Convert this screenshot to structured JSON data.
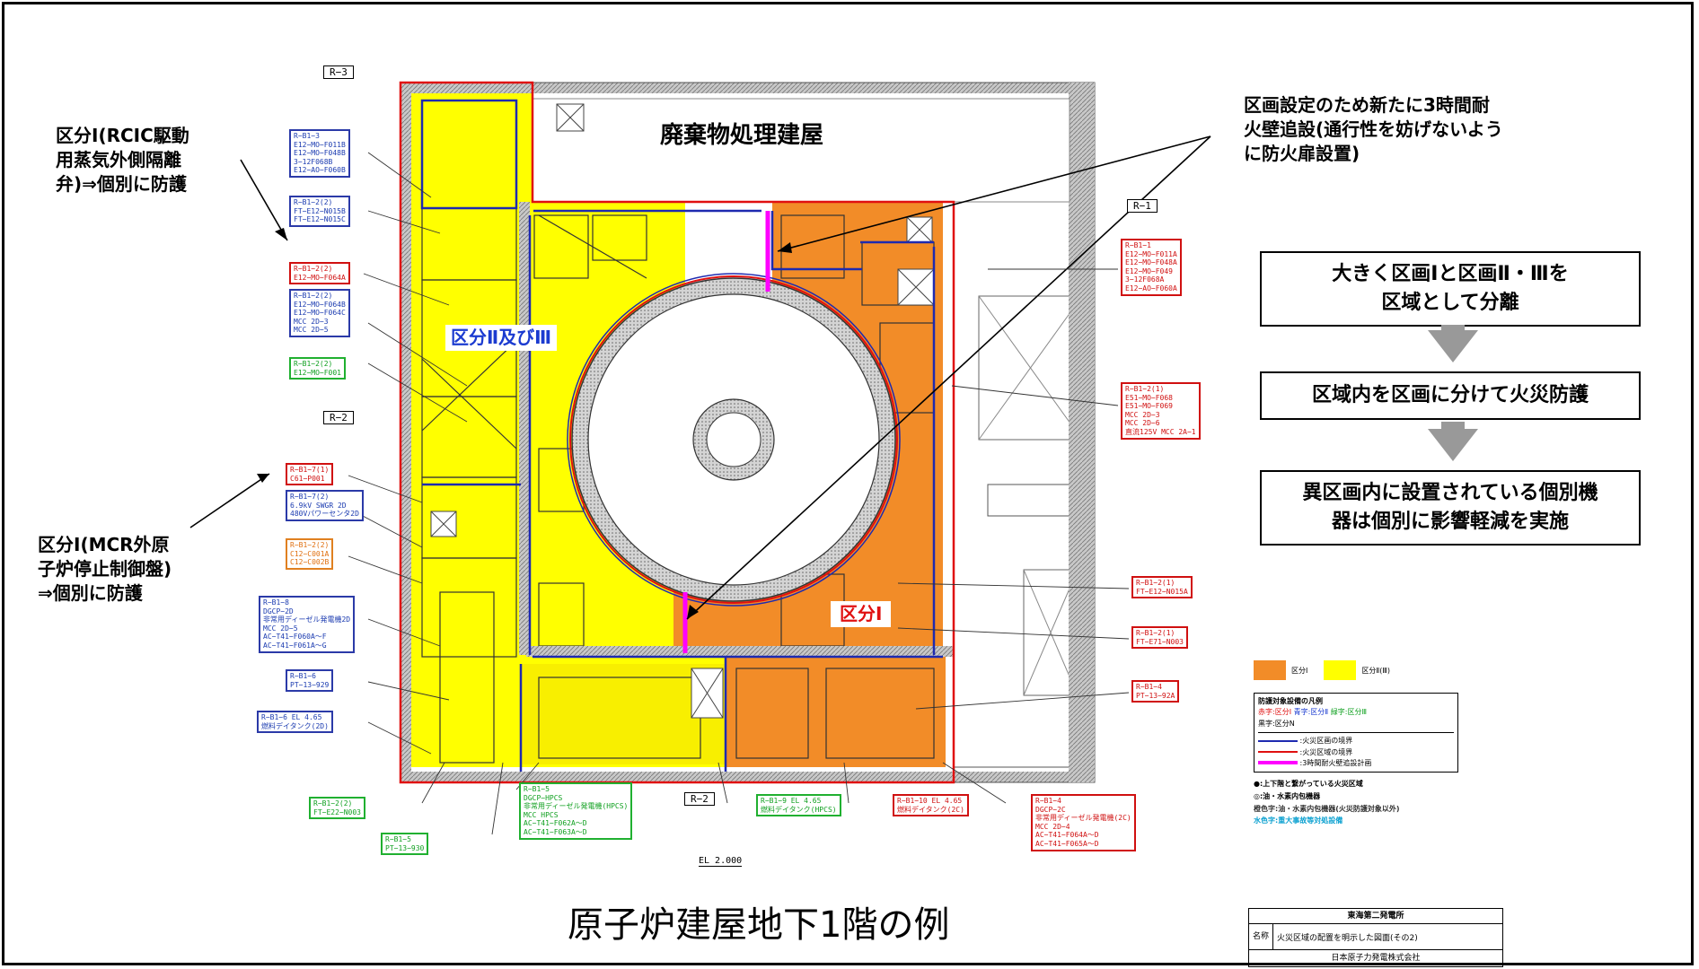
{
  "building_label": "廃棄物処理建屋",
  "zone_labels": {
    "div23": "区分Ⅱ及びⅢ",
    "div1": "区分Ⅰ"
  },
  "callouts": {
    "left_top": [
      "区分Ⅰ(RCIC駆動",
      "用蒸気外側隔離",
      "弁)⇒個別に防護"
    ],
    "left_mid": [
      "区分Ⅰ(MCR外原",
      "子炉停止制御盤)",
      "⇒個別に防護"
    ],
    "right_top": [
      "区画設定のため新たに3時間耐",
      "火壁追設(通行性を妨げないよう",
      "に防火扉設置)"
    ]
  },
  "flow": {
    "step1": [
      "大きく区画Ⅰと区画Ⅱ・Ⅲを",
      "区域として分離"
    ],
    "step2": [
      "区域内を区画に分けて火災防護"
    ],
    "step3": [
      "異区画内に設置されている個別機",
      "器は個別に影響軽減を実施"
    ]
  },
  "footer_title": "原子炉建屋地下1階の例",
  "room_tags": [
    "R−3",
    "R−2",
    "R−1",
    "R−2"
  ],
  "elevation_label": "EL 2.000",
  "equipment_labels": [
    {
      "color": "blue",
      "lines": [
        "R−B1−3",
        "E12−MO−F011B",
        "E12−MO−F048B",
        "3−12F068B",
        "E12−AO−F060B"
      ]
    },
    {
      "color": "blue",
      "lines": [
        "R−B1−2(2)",
        "FT−E12−N015B",
        "FT−E12−N015C"
      ]
    },
    {
      "color": "red",
      "lines": [
        "R−B1−2(2)",
        "E12−MO−F064A"
      ]
    },
    {
      "color": "blue",
      "lines": [
        "R−B1−2(2)",
        "E12−MO−F064B",
        "E12−MO−F064C",
        "MCC 2D−3",
        "MCC 2D−5"
      ]
    },
    {
      "color": "green",
      "lines": [
        "R−B1−2(2)",
        "E12−MO−F001"
      ]
    },
    {
      "color": "red",
      "lines": [
        "R−B1−7(1)",
        "C61−P001"
      ]
    },
    {
      "color": "blue",
      "lines": [
        "R−B1−7(2)",
        "6.9kV SWGR 2D",
        "480Vパワーセンタ2D"
      ]
    },
    {
      "color": "orange",
      "lines": [
        "R−B1−2(2)",
        "C12−C001A",
        "C12−C002B"
      ]
    },
    {
      "color": "blue",
      "lines": [
        "R−B1−8",
        "DGCP−2D",
        "非常用ディーゼル発電機2D",
        "MCC 2D−5",
        "AC−T41−F060A〜F",
        "AC−T41−F061A〜G"
      ]
    },
    {
      "color": "blue",
      "lines": [
        "R−B1−6",
        "PT−13−929"
      ]
    },
    {
      "color": "blue",
      "lines": [
        "R−B1−6 EL 4.65",
        "燃料デイタンク(2D)"
      ]
    },
    {
      "color": "green",
      "lines": [
        "R−B1−2(2)",
        "FT−E22−N003"
      ]
    },
    {
      "color": "green",
      "lines": [
        "R−B1−5",
        "PT−13−930"
      ]
    },
    {
      "color": "green",
      "lines": [
        "R−B1−5",
        "DGCP−HPCS",
        "非常用ディーゼル発電機(HPCS)",
        "MCC HPCS",
        "AC−T41−F062A〜D",
        "AC−T41−F063A〜D"
      ]
    },
    {
      "color": "green",
      "lines": [
        "R−B1−9 EL 4.65",
        "燃料デイタンク(HPCS)"
      ]
    },
    {
      "color": "red",
      "lines": [
        "R−B1−10 EL 4.65",
        "燃料デイタンク(2C)"
      ]
    },
    {
      "color": "red",
      "lines": [
        "R−B1−4",
        "DGCP−2C",
        "非常用ディーゼル発電機(2C)",
        "MCC 2D−4",
        "AC−T41−F064A〜D",
        "AC−T41−F065A〜D"
      ]
    },
    {
      "color": "red",
      "lines": [
        "R−B1−1",
        "E12−MO−F011A",
        "E12−MO−F048A",
        "E12−MO−F049",
        "3−12F068A",
        "E12−AO−F060A"
      ]
    },
    {
      "color": "red",
      "lines": [
        "R−B1−2(1)",
        "E51−MO−F068",
        "E51−MO−F069",
        "MCC 2D−3",
        "MCC 2D−6",
        "直流125V MCC 2A−1"
      ]
    },
    {
      "color": "red",
      "lines": [
        "R−B1−2(1)",
        "FT−E12−N015A"
      ]
    },
    {
      "color": "red",
      "lines": [
        "R−B1−2(1)",
        "FT−E71−N003"
      ]
    },
    {
      "color": "red",
      "lines": [
        "R−B1−4",
        "PT−13−92A"
      ]
    }
  ],
  "legend": {
    "div1": "区分Ⅰ",
    "div23": "区分Ⅱ(Ⅲ)",
    "heading": "防護対象設備の凡例",
    "red_text": "赤字:区分Ⅰ",
    "blue_text": "青字:区分Ⅱ",
    "green_text": "緑字:区分Ⅲ",
    "black_text": "黒字:区分N",
    "line1": ":火災区画の境界",
    "line2": ":火災区域の境界",
    "line3": ":3時間耐火壁追設計画",
    "note1": "●:上下階と繋がっている火災区域",
    "note2": "◎:油・水素内包機器",
    "note3": "橙色字:油・水素内包機器(火災防護対象以外)",
    "note4": "水色字:重大事故等対処設備"
  },
  "title_block": {
    "plant": "東海第二発電所",
    "name_label": "名称",
    "name": "火災区域の配置を明示した図面(その2)",
    "company": "日本原子力発電株式会社"
  },
  "colors": {
    "div1": "#f28c28",
    "div23": "#ffff00",
    "wall": "#b8b8b8",
    "blue_line": "#1e2ab0",
    "red_line": "#e01010",
    "magenta": "#ff00ff"
  }
}
